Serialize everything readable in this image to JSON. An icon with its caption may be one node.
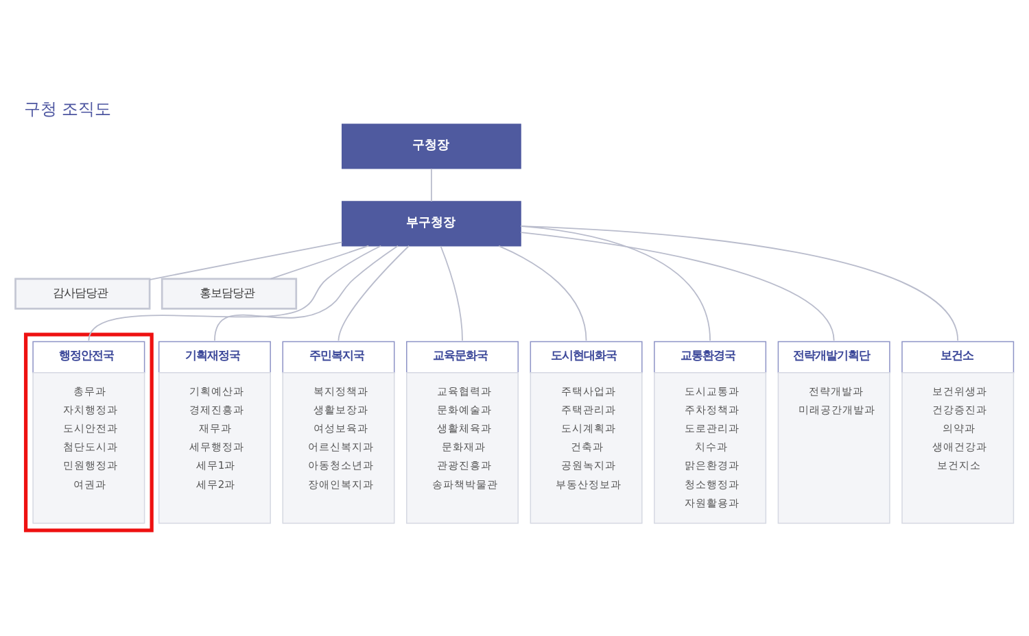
{
  "diagram": {
    "title": "구청 조직도",
    "nodes": [
      {
        "text": [
          "구청장"
        ]
      },
      {
        "text": [
          "부구청장"
        ]
      },
      {
        "text": [
          "감사담당관"
        ]
      },
      {
        "text": [
          "홍보담당관"
        ]
      },
      {
        "text": [],
        "shape": "box"
      },
      {
        "text": [
          "행정안전국",
          "총무과",
          "자치행정과",
          "도시안전과",
          "첨단도시과",
          "민원행정과",
          "여권과"
        ],
        "in": 4
      },
      {
        "text": [
          "기획재정국",
          "기획예산과",
          "경제진흥과",
          "재무과",
          "세무행정과",
          "세무1과",
          "세무2과"
        ]
      },
      {
        "text": [
          "주민복지국",
          "복지정책과",
          "생활보장과",
          "여성보육과",
          "어르신복지과",
          "아동청소년과",
          "장애인복지과"
        ]
      },
      {
        "text": [
          "교육문화국",
          "교육협력과",
          "문화예술과",
          "생활체육과",
          "문화재과",
          "관광진흥과",
          "송파책박물관"
        ]
      },
      {
        "text": [
          "도시현대화국",
          "주택사업과",
          "주택관리과",
          "도시계획과",
          "건축과",
          "공원녹지과",
          "부동산정보과"
        ]
      },
      {
        "text": [
          "교통환경국",
          "도시교통과",
          "주차정책과",
          "도로관리과",
          "치수과",
          "맑은환경과",
          "청소행정과",
          "자원활용과"
        ]
      },
      {
        "text": [
          "전략개발기획단",
          "전략개발과",
          "미래공간개발과"
        ]
      },
      {
        "text": [
          "보건소",
          "보건위생과",
          "건강증진과",
          "의약과",
          "생애건강과",
          "보건지소"
        ]
      }
    ],
    "edges": [
      {
        "from": 0,
        "to": 1,
        "arrow": "none"
      },
      {
        "from": 1,
        "to": 2,
        "arrow": "none"
      },
      {
        "from": 1,
        "to": 3,
        "arrow": "none"
      },
      {
        "from": 1,
        "to": 5,
        "arrow": "none"
      },
      {
        "from": 1,
        "to": 6,
        "arrow": "none"
      },
      {
        "from": 1,
        "to": 7,
        "arrow": "none"
      },
      {
        "from": 1,
        "to": 8,
        "arrow": "none"
      },
      {
        "from": 1,
        "to": 9,
        "arrow": "none"
      },
      {
        "from": 1,
        "to": 10,
        "arrow": "none"
      },
      {
        "from": 1,
        "to": 11,
        "arrow": "none"
      },
      {
        "from": 1,
        "to": 12,
        "arrow": "none"
      }
    ]
  }
}
